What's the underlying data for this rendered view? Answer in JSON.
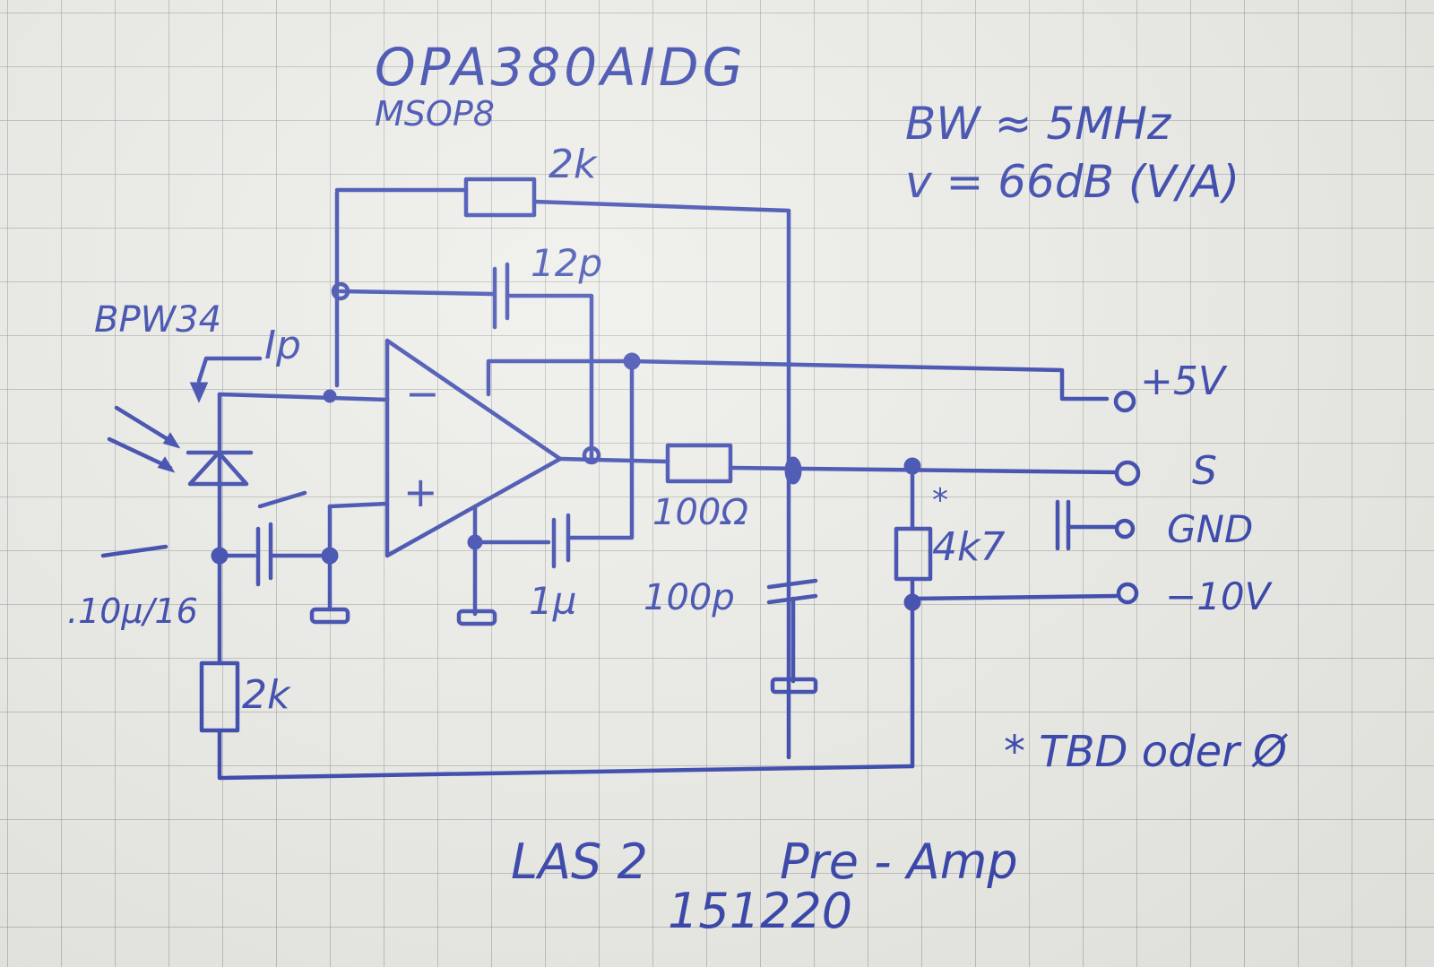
{
  "title": {
    "part": "OPA380AIDG",
    "package": "MSOP8"
  },
  "specs": {
    "bandwidth": "BW ≈ 5MHz",
    "gain": "v = 66dB (V/A)"
  },
  "components": {
    "feedback_resistor": "2k",
    "feedback_capacitor": "12p",
    "photodiode": "BPW34",
    "photocurrent": "Ip",
    "bias_capacitor": ".10µ/16",
    "bias_resistor": "2k",
    "supply_decoupling_cap": "1µ",
    "output_resistor": "100Ω",
    "output_capacitor": "100p",
    "load_resistor": "4k7",
    "load_resistor_mark": "*",
    "opamp_inverting": "−",
    "opamp_noninverting": "+"
  },
  "connector": {
    "pins": [
      "+5V",
      "S",
      "GND",
      "−10V"
    ]
  },
  "note": "* TBD oder Ø",
  "footer": {
    "project": "LAS 2",
    "board": "Pre - Amp",
    "date": "151220"
  },
  "colors": {
    "ink": "#2b3aa8",
    "paper": "#ecece7",
    "grid": "#969696"
  }
}
